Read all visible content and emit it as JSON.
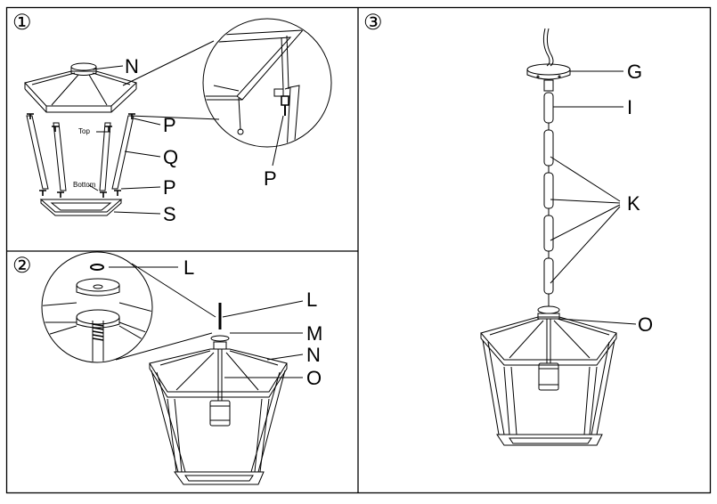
{
  "steps": [
    "①",
    "②",
    "③"
  ],
  "step1": {
    "labels": [
      "N",
      "P",
      "Q",
      "P",
      "S",
      "P"
    ],
    "notes": [
      "Top",
      "Bottom"
    ]
  },
  "step2": {
    "labels": [
      "L",
      "L",
      "M",
      "N",
      "O"
    ]
  },
  "step3": {
    "labels": [
      "G",
      "I",
      "K",
      "O"
    ]
  },
  "colors": {
    "ink": "#000000",
    "paper": "#ffffff",
    "frame": "#1a1a1a"
  }
}
